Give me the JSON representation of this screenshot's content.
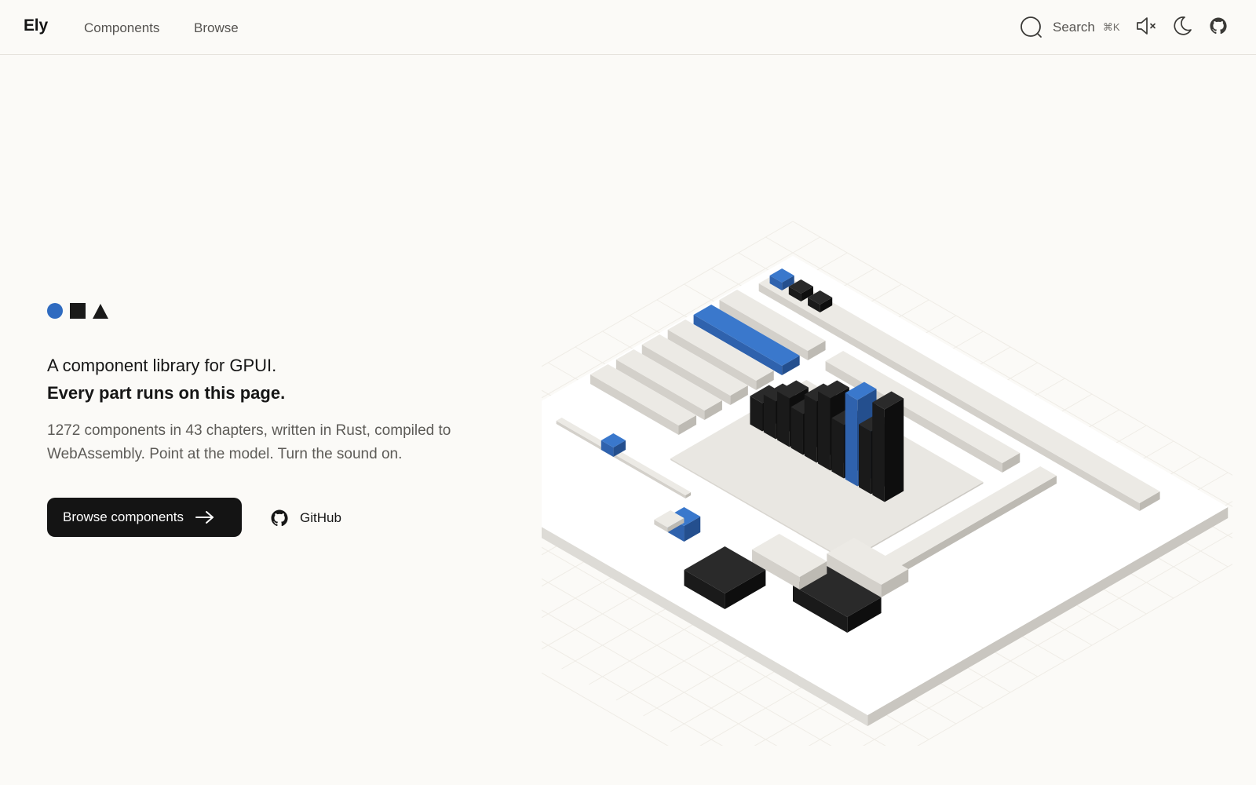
{
  "header": {
    "brand": "Ely",
    "nav": [
      {
        "label": "Components"
      },
      {
        "label": "Browse"
      }
    ],
    "search": {
      "label": "Search",
      "shortcut": "⌘K"
    },
    "icons": {
      "search": "search-icon",
      "sound": "speaker-muted-icon",
      "theme": "moon-icon",
      "github": "github-icon"
    }
  },
  "hero": {
    "line1": "A component library for GPUI.",
    "line2": "Every part runs on this page.",
    "description": "1272 components in 43 chapters, written in Rust, compiled to WebAssembly. Point at the model. Turn the sound on.",
    "primary_cta": "Browse components",
    "secondary_cta": "GitHub",
    "shapes": [
      "circle",
      "square",
      "triangle"
    ]
  },
  "colors": {
    "background": "#fbfaf7",
    "accent": "#2f6bc0",
    "ink": "#141414",
    "muted": "#5d5b57"
  }
}
